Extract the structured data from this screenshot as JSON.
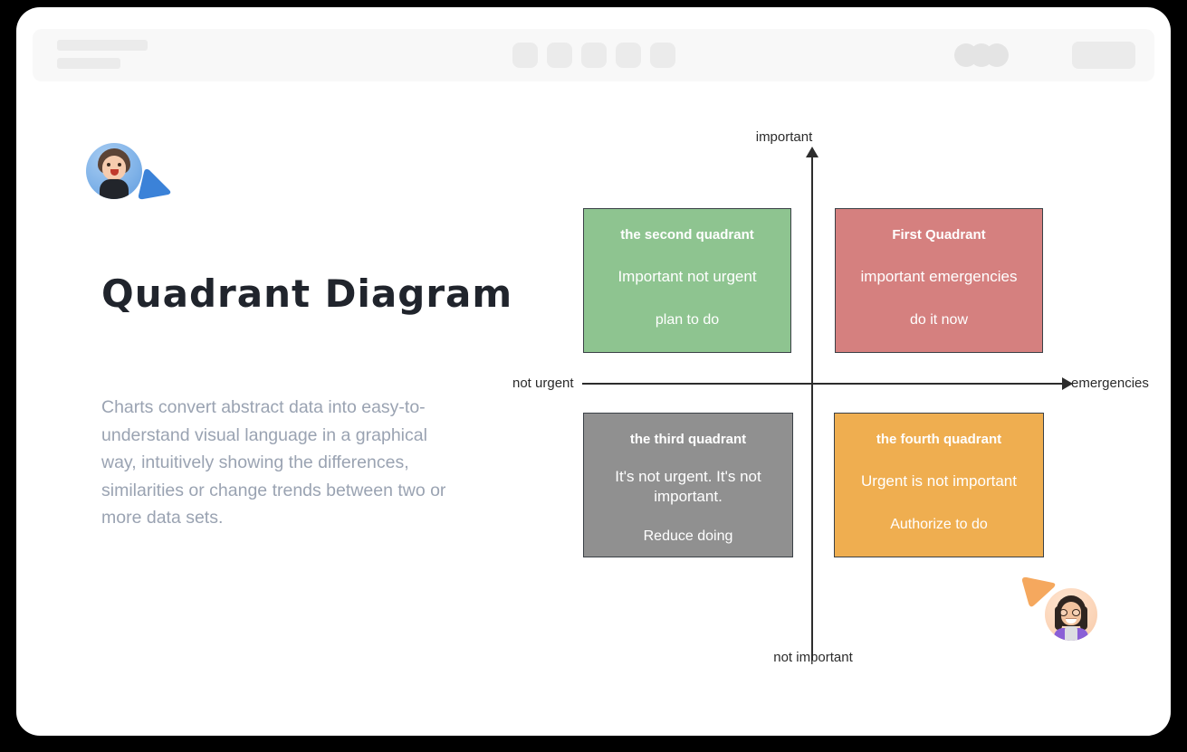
{
  "toolbar": {
    "placeholder_bars": 2,
    "tool_squares": 5,
    "avatar_circles": 3,
    "share_button_label": ""
  },
  "left_panel": {
    "title": "Quadrant  Diagram",
    "body": "Charts convert abstract data into easy-to-understand visual language in a graphical way, intuitively showing the differences, similarities or change trends between two or more data sets.",
    "avatar_cursor_color": "#3b82d8"
  },
  "collaborator": {
    "cursor_color": "#f5a85e"
  },
  "chart_data": {
    "type": "quadrant",
    "title": "Quadrant  Diagram",
    "axes": {
      "y_top": "important",
      "y_bottom": "not important",
      "x_left": "not urgent",
      "x_right": "emergencies"
    },
    "quadrants": [
      {
        "id": "q1",
        "position": "top-right",
        "title": "First Quadrant",
        "description": "important emergencies",
        "action": "do it now",
        "color": "#d5807f"
      },
      {
        "id": "q2",
        "position": "top-left",
        "title": "the second quadrant",
        "description": "Important not urgent",
        "action": "plan to do",
        "color": "#8ec490"
      },
      {
        "id": "q3",
        "position": "bottom-left",
        "title": "the third quadrant",
        "description": "It's not urgent. It's not important.",
        "action": "Reduce doing",
        "color": "#909090"
      },
      {
        "id": "q4",
        "position": "bottom-right",
        "title": "the fourth quadrant",
        "description": "Urgent is not important",
        "action": "Authorize to do",
        "color": "#efae50"
      }
    ]
  }
}
